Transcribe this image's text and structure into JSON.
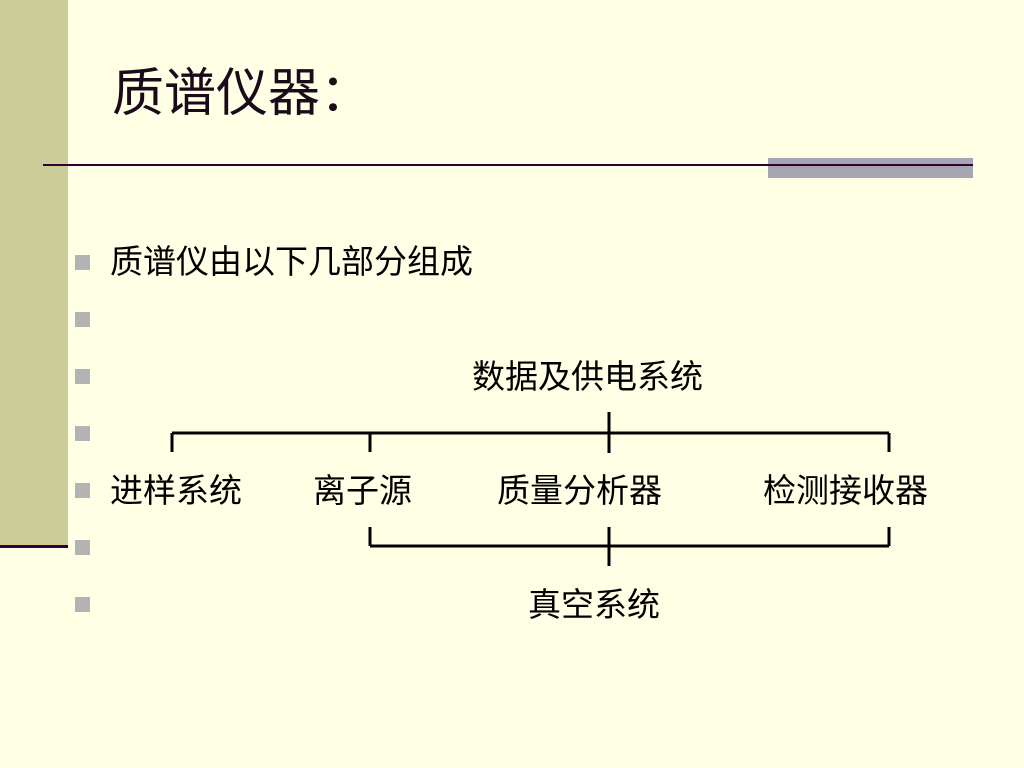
{
  "slide": {
    "title": "质谱仪器：",
    "bullets": {
      "intro": "质谱仪由以下几部分组成",
      "top_system": "数据及供电系统",
      "component_1": "进样系统",
      "component_2": "离子源",
      "component_3": "质量分析器",
      "component_4": "检测接收器",
      "bottom_system": "真空系统"
    }
  },
  "colors": {
    "background": "#ffffe6",
    "left_band": "#cccc99",
    "rule": "#330033",
    "accent_bar": "#a6a6b2",
    "bullet": "#b3b3b3"
  }
}
